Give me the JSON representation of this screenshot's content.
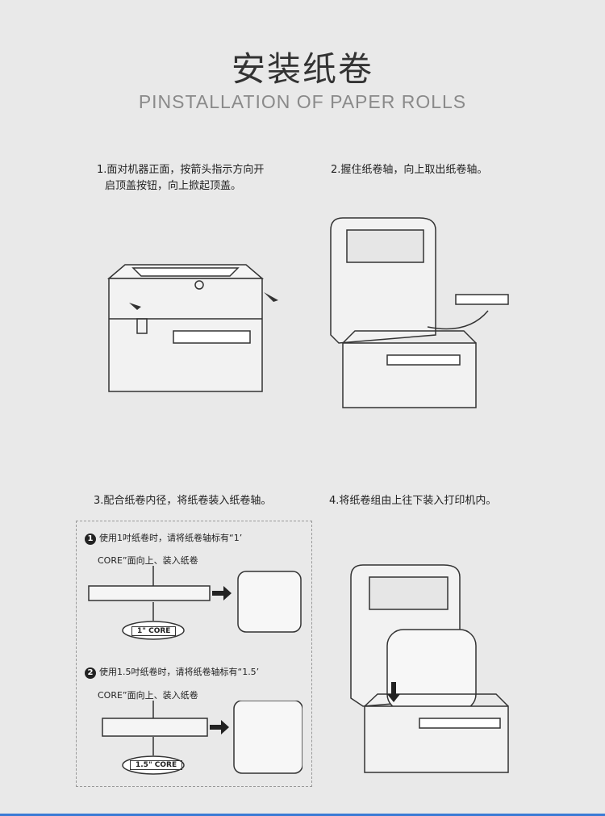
{
  "header": {
    "title": "安装纸卷",
    "subtitle": "PINSTALLATION OF PAPER ROLLS"
  },
  "steps": [
    {
      "line1": "1.面对机器正面，按箭头指示方向开",
      "line2": "启顶盖按钮，向上掀起顶盖。"
    },
    {
      "line1": "2.握住纸卷轴，向上取出纸卷轴。"
    },
    {
      "line1": "3.配合纸卷内径，将纸卷装入纸卷轴。"
    },
    {
      "line1": "4.将纸卷组由上往下装入打印机内。"
    }
  ],
  "core_notes": [
    {
      "num": "1",
      "line1": "使用1吋纸卷时，请将纸卷轴标有“1’",
      "line2": "CORE”面向上、装入纸卷",
      "label": "1\" CORE"
    },
    {
      "num": "2",
      "line1": "使用1.5吋纸卷时，请将纸卷轴标有“1.5’",
      "line2": "CORE”面向上、装入纸卷",
      "label": "1.5\" CORE"
    }
  ]
}
